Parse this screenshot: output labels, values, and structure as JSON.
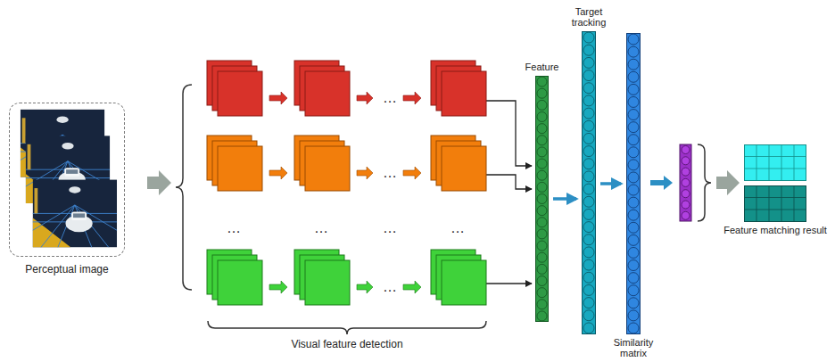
{
  "diagram": {
    "nodes": [
      {
        "text": [
          "Perceptual image"
        ]
      },
      {
        "text": [
          "Feature"
        ]
      },
      {
        "text": [
          "Target tracking"
        ]
      },
      {
        "text": [
          "Similarity matrix"
        ]
      },
      {
        "text": [
          "Feature matching result"
        ]
      }
    ],
    "edges": [
      {
        "from": 1,
        "to": 2,
        "arrow": "to"
      },
      {
        "from": 2,
        "to": 3,
        "arrow": "to"
      }
    ],
    "labels": [
      "…",
      "…",
      "…",
      "…",
      "…",
      "…",
      "…",
      "Visual feature detection"
    ]
  }
}
